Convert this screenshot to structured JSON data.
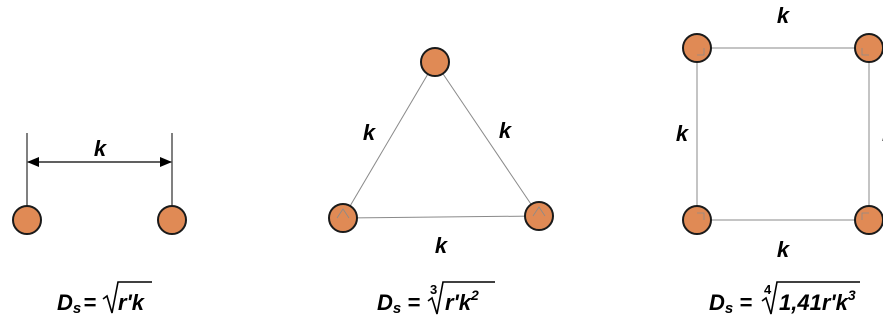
{
  "colors": {
    "conductor_fill": "#E08A55",
    "conductor_stroke": "#1a1a1a",
    "line": "#8a8a8a",
    "text": "#000000"
  },
  "labels": {
    "spacing": "k"
  },
  "formulas": {
    "two_conductor": {
      "lhs_main": "D",
      "lhs_sub": "s",
      "equals": "=",
      "root_index": "",
      "radicand": "r'k",
      "radicand_exp": ""
    },
    "three_conductor": {
      "lhs_main": "D",
      "lhs_sub": "s",
      "equals": "=",
      "root_index": "3",
      "radicand": "r'k",
      "radicand_exp": "2"
    },
    "four_conductor": {
      "lhs_main": "D",
      "lhs_sub": "s",
      "equals": "=",
      "root_index": "4",
      "radicand": "1,41r'k",
      "radicand_exp": "3"
    }
  }
}
